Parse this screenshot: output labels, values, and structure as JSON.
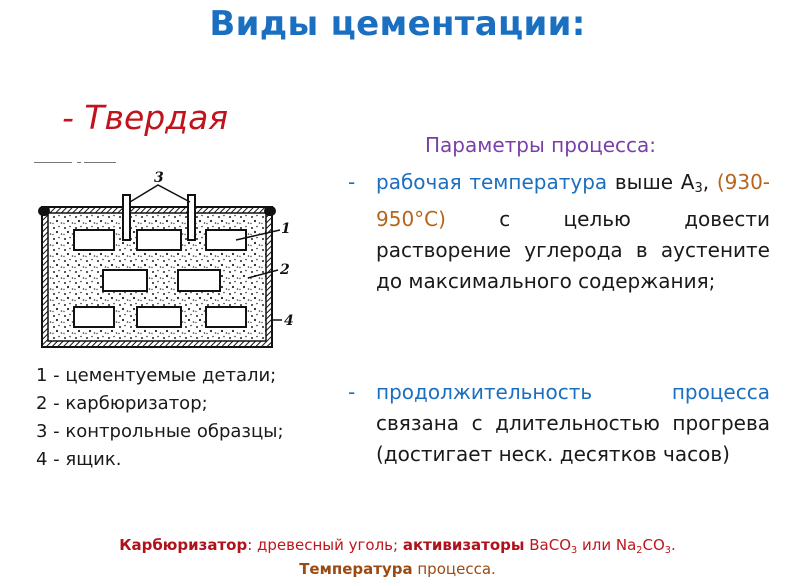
{
  "slide": {
    "title": "Виды цементации:",
    "subtitle": "- Твердая",
    "diagram": {
      "labels": [
        "1",
        "2",
        "3",
        "4"
      ],
      "description": "Ящик с карбюризатором, цементуемыми деталями и контрольными образцами"
    },
    "legend": [
      "1 - цементуемые детали;",
      "2 - карбюризатор;",
      "3 - контрольные образцы;",
      "4 - ящик."
    ],
    "params": {
      "title": "Параметры процесса:",
      "item1": {
        "dash": "-",
        "highlight": "рабочая температура",
        "text_a": " выше А",
        "sub": "3",
        "text_b": ",",
        "range": "(930-950°С)",
        "rest": " с целью довести растворение углерода в аустените до максимального содержания;"
      },
      "item2": {
        "dash": "-",
        "highlight": "продолжительность процесса",
        "rest": " связана с длительностью прогрева (достигает неск. десятков часов)"
      }
    },
    "footer": {
      "carb_label": "Карбюризатор",
      "carb_text": ": древесный уголь;  ",
      "act_label": "активизаторы",
      "act_text_a": " BaCO",
      "act_sub1": "3",
      "act_text_b": " или Na",
      "act_sub2": "2",
      "act_text_c": "CO",
      "act_sub3": "3",
      "act_text_d": ".",
      "temp_label": "Температура",
      "temp_text": " процесса."
    },
    "colors": {
      "title": "#1b6fc0",
      "subtitle": "#c0141c",
      "params_title": "#7a3fa8",
      "highlight": "#1b6fc0",
      "range": "#b5651d",
      "footer_label": "#b0111b",
      "footer_temp": "#9a4a12"
    }
  }
}
